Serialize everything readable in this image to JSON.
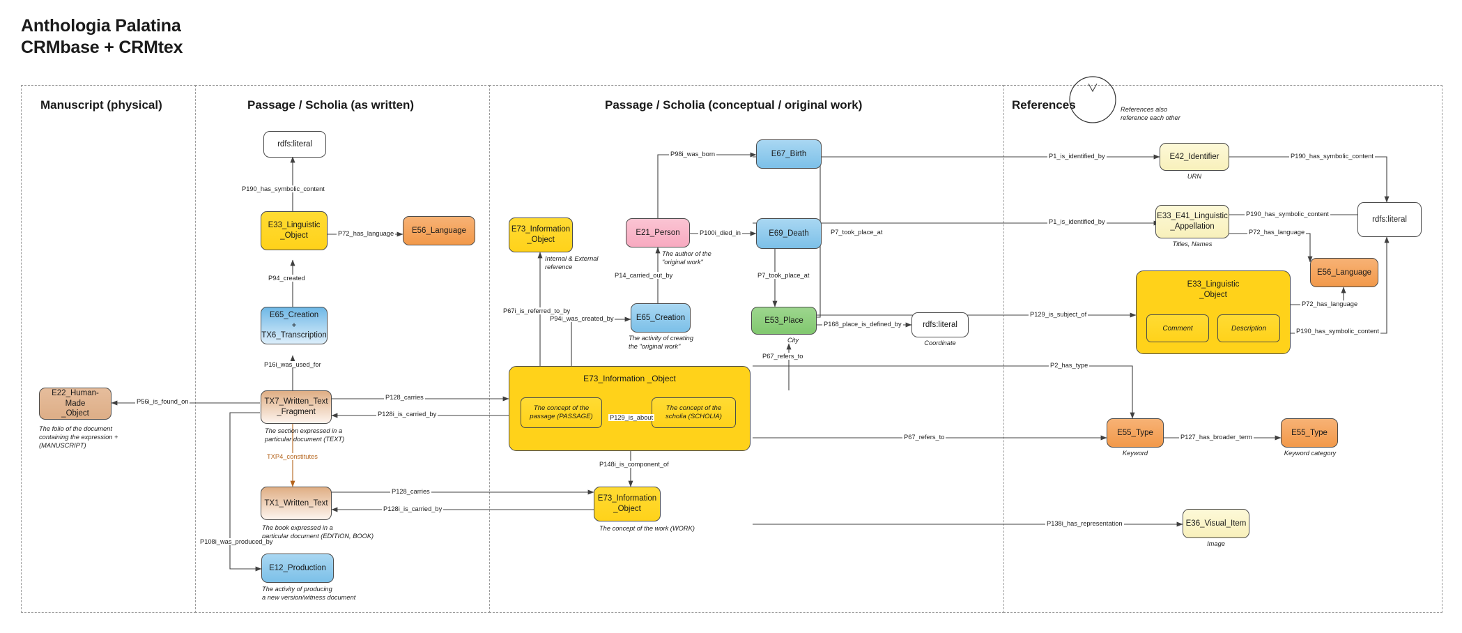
{
  "title": {
    "line1": "Anthologia Palatina",
    "line2": "CRMbase + CRMtex"
  },
  "lanes": [
    {
      "id": "manuscript",
      "label": "Manuscript (physical)"
    },
    {
      "id": "as-written",
      "label": "Passage / Scholia (as written)"
    },
    {
      "id": "conceptual",
      "label": "Passage / Scholia (conceptual / original work)"
    },
    {
      "id": "references",
      "label": "References"
    }
  ],
  "nodes": {
    "rdfs_literal_written": {
      "label": "rdfs:literal"
    },
    "e33_linguistic_written": {
      "label": "E33_Linguistic\n_Object"
    },
    "e56_language_written": {
      "label": "E56_Language"
    },
    "e65_creation_tx6": {
      "label": "E65_Creation\n+\nTX6_Transcription"
    },
    "e22_human_made": {
      "label": "E22_Human-Made\n_Object"
    },
    "tx7_written_fragment": {
      "label": "TX7_Written_Text\n_Fragment"
    },
    "tx1_written_text": {
      "label": "TX1_Written_Text"
    },
    "e12_production": {
      "label": "E12_Production"
    },
    "e73_info_ref": {
      "label": "E73_Information\n_Object"
    },
    "e21_person": {
      "label": "E21_Person"
    },
    "e67_birth": {
      "label": "E67_Birth"
    },
    "e69_death": {
      "label": "E69_Death"
    },
    "e53_place": {
      "label": "E53_Place"
    },
    "rdfs_literal_coord": {
      "label": "rdfs:literal"
    },
    "e65_creation_work": {
      "label": "E65_Creation"
    },
    "e73_info_main": {
      "label": "E73_Information _Object"
    },
    "e73_sub_passage": {
      "label": "The concept of the\npassage (PASSAGE)"
    },
    "e73_sub_scholia": {
      "label": "The concept of the\nscholia (SCHOLIA)"
    },
    "e73_info_work": {
      "label": "E73_Information\n_Object"
    },
    "e42_identifier": {
      "label": "E42_Identifier"
    },
    "e33_e41_appellation": {
      "label": "E33_E41_Linguistic\n_Appellation"
    },
    "rdfs_literal_right": {
      "label": "rdfs:literal"
    },
    "e56_language_right": {
      "label": "E56_Language"
    },
    "e33_linguistic_right": {
      "label": "E33_Linguistic\n_Object"
    },
    "e33_sub_comment": {
      "label": "Comment"
    },
    "e33_sub_description": {
      "label": "Description"
    },
    "e55_type_keyword": {
      "label": "E55_Type"
    },
    "e55_type_category": {
      "label": "E55_Type"
    },
    "e36_visual_item": {
      "label": "E36_Visual_Item"
    }
  },
  "notes": {
    "references_circle": "References also\nreference each other",
    "urn": "URN",
    "titles_names": "Titles, Names",
    "coordinate": "Coordinate",
    "city": "City",
    "keyword": "Keyword",
    "keyword_category": "Keyword category",
    "image": "Image",
    "folio": "The folio of the document\ncontaining the expression +\n(MANUSCRIPT)",
    "section": "The section expressed in a\nparticular document (TEXT)",
    "book": "The book expressed in a\nparticular document (EDITION, BOOK)",
    "production": "The activity of producing\na new version/witness document",
    "internal_external": "Internal & External\nreference",
    "author": "The author of the\n\"original work\"",
    "creating_activity": "The activity of creating\nthe \"original work\"",
    "work_concept": "The concept of the work (WORK)"
  },
  "edges": [
    {
      "id": "e1",
      "label": "P190_has_symbolic_content"
    },
    {
      "id": "e2",
      "label": "P72_has_language"
    },
    {
      "id": "e3",
      "label": "P94_created"
    },
    {
      "id": "e4",
      "label": "P16i_was_used_for"
    },
    {
      "id": "e5",
      "label": "P56i_is_found_on"
    },
    {
      "id": "e6",
      "label": "P128_carries"
    },
    {
      "id": "e7",
      "label": "P128i_is_carried_by"
    },
    {
      "id": "e8",
      "label": "TXP4_constitutes"
    },
    {
      "id": "e9",
      "label": "P128_carries"
    },
    {
      "id": "e10",
      "label": "P128i_is_carried_by"
    },
    {
      "id": "e11",
      "label": "P108i_was_produced_by"
    },
    {
      "id": "e12",
      "label": "P67i_is_referred_to_by"
    },
    {
      "id": "e13",
      "label": "P94i_was_created_by"
    },
    {
      "id": "e14",
      "label": "P14_carried_out_by"
    },
    {
      "id": "e15",
      "label": "P98i_was_born"
    },
    {
      "id": "e16",
      "label": "P100i_died_in"
    },
    {
      "id": "e17",
      "label": "P7_took_place_at"
    },
    {
      "id": "e18",
      "label": "P7_took_place_at"
    },
    {
      "id": "e19",
      "label": "P168_place_is_defined_by"
    },
    {
      "id": "e20",
      "label": "P67_refers_to"
    },
    {
      "id": "e21",
      "label": "P129_is_about"
    },
    {
      "id": "e22",
      "label": "P148i_is_component_of"
    },
    {
      "id": "e23",
      "label": "P1_is_identified_by"
    },
    {
      "id": "e24",
      "label": "P190_has_symbolic_content"
    },
    {
      "id": "e25",
      "label": "P1_is_identified_by"
    },
    {
      "id": "e26",
      "label": "P190_has_symbolic_content"
    },
    {
      "id": "e27",
      "label": "P72_has_language"
    },
    {
      "id": "e28",
      "label": "P129_is_subject_of"
    },
    {
      "id": "e29",
      "label": "P72_has_language"
    },
    {
      "id": "e30",
      "label": "P190_has_symbolic_content"
    },
    {
      "id": "e31",
      "label": "P2_has_type"
    },
    {
      "id": "e32",
      "label": "P67_refers_to"
    },
    {
      "id": "e33",
      "label": "P127_has_broader_term"
    },
    {
      "id": "e34",
      "label": "P138i_has_representation"
    }
  ],
  "colors": {
    "yellow": "#ffd92b",
    "blue": "#8fc9ec",
    "orange": "#f5a55c",
    "pink": "#f9b8ca",
    "green": "#8fcf7f",
    "tan": "#e2b693",
    "cream": "#fbf5c8",
    "txp_brown": "#b5651d",
    "stroke": "#404040"
  }
}
